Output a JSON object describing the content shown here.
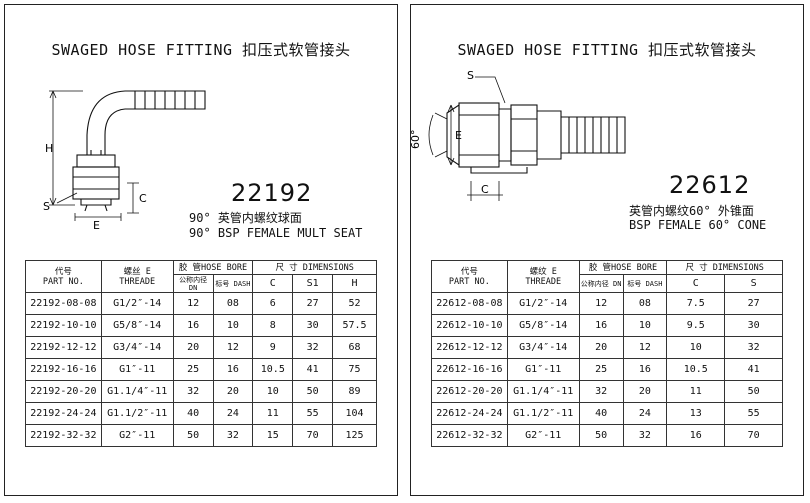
{
  "left": {
    "header": "SWAGED HOSE FITTING  扣压式软管接头",
    "model": "22192",
    "desc_cn": "90° 英管内螺纹球面",
    "desc_en": "90° BSP  FEMALE MULT SEAT",
    "drawing_labels": {
      "h": "H",
      "e": "E",
      "s": "S",
      "c": "C"
    },
    "columns": {
      "part_cn": "代号",
      "part_en": "PART NO.",
      "thread_cn": "螺丝 E",
      "thread_en": "THREADE",
      "bore": "胶 管HOSE BORE",
      "dn": "公称内径 DN",
      "dash": "标号 DASH",
      "dimensions": "尺 寸 DIMENSIONS",
      "dims": [
        "C",
        "S1",
        "H"
      ]
    },
    "rows": [
      [
        "22192-08-08",
        "G1/2″-14",
        "12",
        "08",
        "6",
        "27",
        "52"
      ],
      [
        "22192-10-10",
        "G5/8″-14",
        "16",
        "10",
        "8",
        "30",
        "57.5"
      ],
      [
        "22192-12-12",
        "G3/4″-14",
        "20",
        "12",
        "9",
        "32",
        "68"
      ],
      [
        "22192-16-16",
        "G1″-11",
        "25",
        "16",
        "10.5",
        "41",
        "75"
      ],
      [
        "22192-20-20",
        "G1.1/4″-11",
        "32",
        "20",
        "10",
        "50",
        "89"
      ],
      [
        "22192-24-24",
        "G1.1/2″-11",
        "40",
        "24",
        "11",
        "55",
        "104"
      ],
      [
        "22192-32-32",
        "G2″-11",
        "50",
        "32",
        "15",
        "70",
        "125"
      ]
    ]
  },
  "right": {
    "header": "SWAGED HOSE FITTING  扣压式软管接头",
    "model": "22612",
    "desc_cn": "英管内螺纹60° 外锥面",
    "desc_en": "BSP FEMALE 60° CONE",
    "drawing_labels": {
      "s": "S",
      "e": "E",
      "angle": "60°",
      "c": "C"
    },
    "columns": {
      "part_cn": "代号",
      "part_en": "PART NO.",
      "thread_cn": "螺纹 E",
      "thread_en": "THREADE",
      "bore": "胶 管HOSE BORE",
      "dn": "公称内径 DN",
      "dash": "标号 DASH",
      "dimensions": "尺 寸 DIMENSIONS",
      "dims": [
        "C",
        "S"
      ]
    },
    "rows": [
      [
        "22612-08-08",
        "G1/2″-14",
        "12",
        "08",
        "7.5",
        "27"
      ],
      [
        "22612-10-10",
        "G5/8″-14",
        "16",
        "10",
        "9.5",
        "30"
      ],
      [
        "22612-12-12",
        "G3/4″-14",
        "20",
        "12",
        "10",
        "32"
      ],
      [
        "22612-16-16",
        "G1″-11",
        "25",
        "16",
        "10.5",
        "41"
      ],
      [
        "22612-20-20",
        "G1.1/4″-11",
        "32",
        "20",
        "11",
        "50"
      ],
      [
        "22612-24-24",
        "G1.1/2″-11",
        "40",
        "24",
        "13",
        "55"
      ],
      [
        "22612-32-32",
        "G2″-11",
        "50",
        "32",
        "16",
        "70"
      ]
    ]
  }
}
